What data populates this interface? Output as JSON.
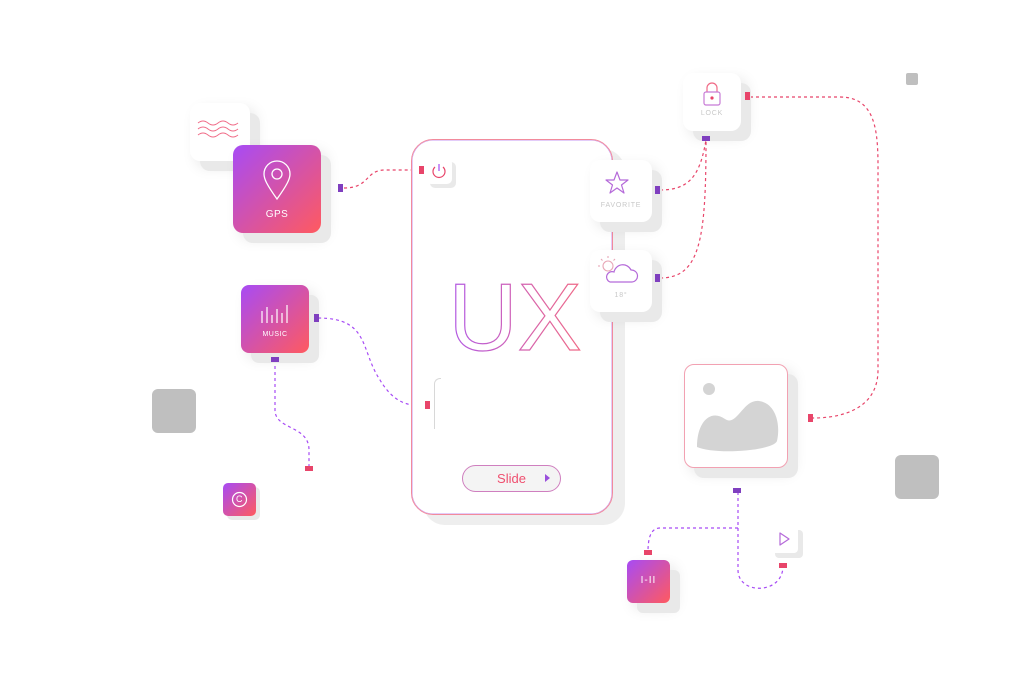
{
  "center": {
    "title": "UX",
    "slide_label": "Slide"
  },
  "gps": {
    "label": "GPS",
    "icon": "map-pin-icon"
  },
  "music": {
    "label": "MUSIC",
    "icon": "equalizer-icon"
  },
  "lock": {
    "label": "LOCK",
    "icon": "padlock-icon"
  },
  "favorite": {
    "label": "FAVORITE",
    "icon": "star-icon"
  },
  "weather": {
    "label": "18°",
    "icon": "cloud-sun-icon"
  },
  "small_tiles": {
    "copyright": {
      "label": "C",
      "icon": "copyright-icon"
    },
    "timer": {
      "label": "I-II"
    },
    "play": {
      "icon": "play-icon"
    },
    "power": {
      "icon": "power-icon"
    },
    "waves": {
      "icon": "waves-icon"
    },
    "image": {
      "icon": "image-placeholder-icon"
    }
  },
  "colors": {
    "gradient_start": "#a74bf5",
    "gradient_end": "#ff5a5f",
    "wire": "#e8456a"
  }
}
